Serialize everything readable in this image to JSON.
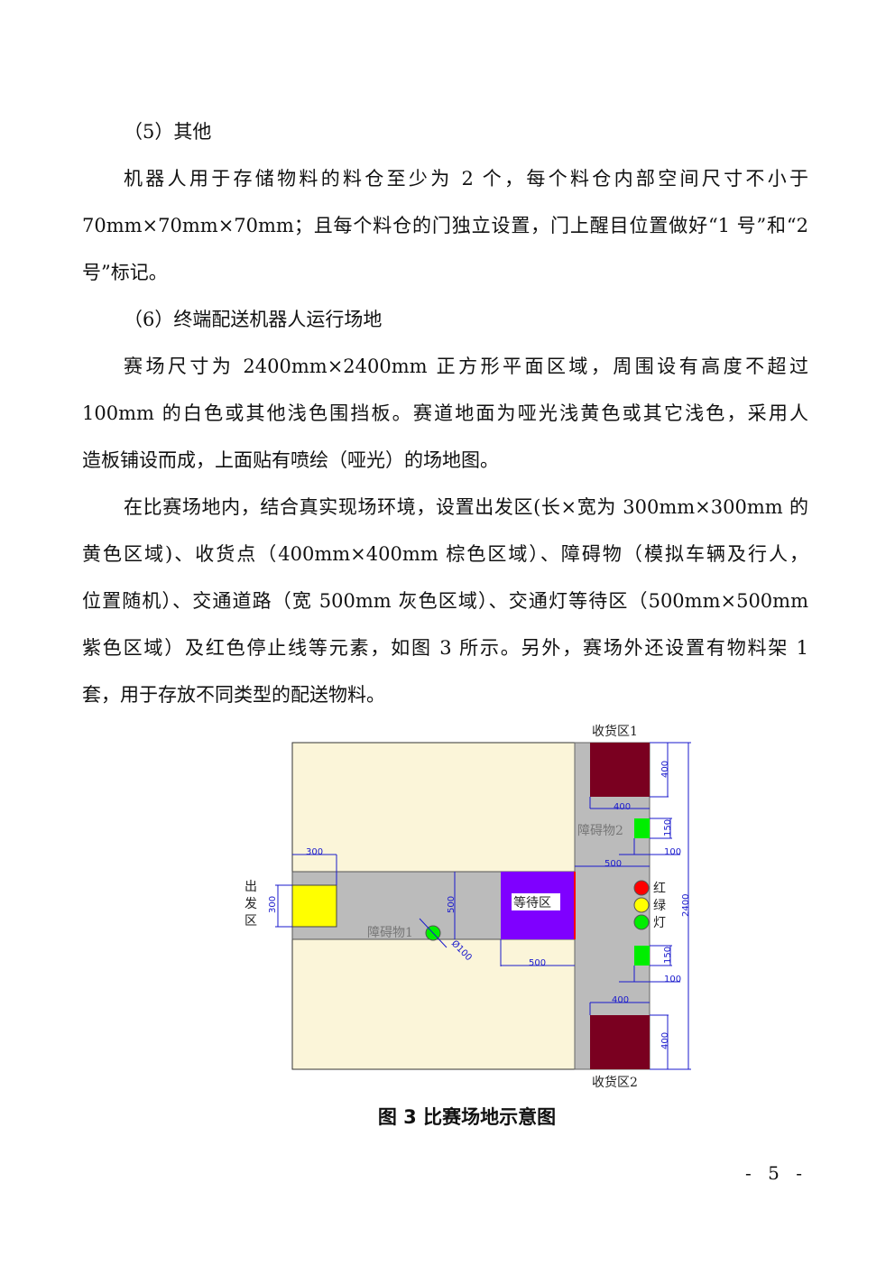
{
  "paragraphs": {
    "h5": "（5）其他",
    "p1": [
      "机器人用于存储物料的料仓至少为 2 个，每个料仓内部空间尺寸不小于",
      "70mm×70mm×70mm；且每个料仓的门独立设置，门上醒目位置做好“1 号”和“2",
      "号”标记。"
    ],
    "h6": "（6）终端配送机器人运行场地",
    "p2": [
      "赛场尺寸为 2400mm×2400mm 正方形平面区域，周围设有高度不超过",
      "100mm 的白色或其他浅色围挡板。赛道地面为哑光浅黄色或其它浅色，采用人",
      "造板铺设而成，上面贴有喷绘（哑光）的场地图。"
    ],
    "p3": [
      "在比赛场地内，结合真实现场环境，设置出发区(长×宽为 300mm×300mm 的",
      "黄色区域)、收货点（400mm×400mm 棕色区域）、障碍物（模拟车辆及行人，",
      "位置随机）、交通道路（宽 500mm 灰色区域）、交通灯等待区（500mm×500mm",
      "紫色区域）及红色停止线等元素，如图 3 所示。另外，赛场外还设置有物料架 1",
      "套，用于存放不同类型的配送物料。"
    ]
  },
  "figure": {
    "receive1": "收货区1",
    "receive2": "收货区2",
    "start_zone": [
      "出",
      "发",
      "区"
    ],
    "wait_zone": "等待区",
    "obstacle1": "障碍物1",
    "obstacle2": "障碍物2",
    "lights": [
      "红",
      "绿",
      "灯"
    ],
    "dims": {
      "d300_top": "300",
      "d300_side": "300",
      "d500_road": "500",
      "d100_dia": "Ø100",
      "d500_wait": "500",
      "d400_top_w": "400",
      "d400_top_h": "400",
      "d150_top": "150",
      "d100_top": "100",
      "d500_road_v": "500",
      "d150_bot": "150",
      "d100_bot": "100",
      "d400_bot_w": "400",
      "d400_bot_h": "400",
      "d2400": "2400"
    },
    "colors": {
      "field": "#fbf5d9",
      "road": "#bbbbbb",
      "start": "#ffff00",
      "wait": "#7f00ff",
      "receive": "#7a0020",
      "obstacle": "#00ee00",
      "stopline": "#ff0000"
    }
  },
  "caption": "图 3  比赛场地示意图",
  "page_number": "- 5 -"
}
